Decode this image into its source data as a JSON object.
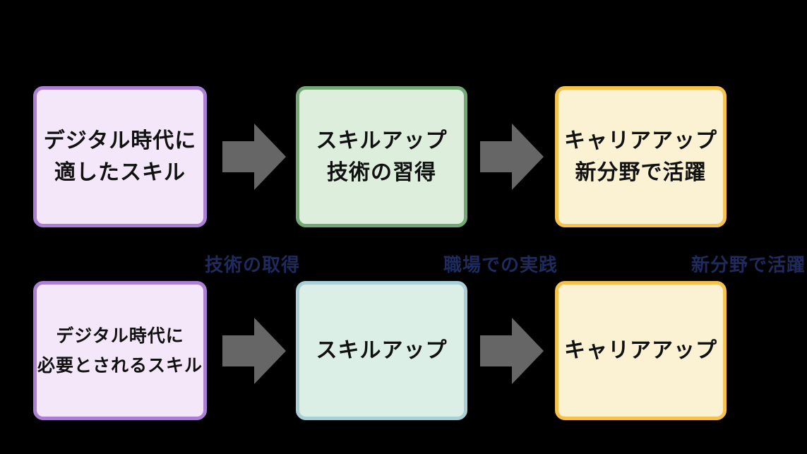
{
  "diagram": {
    "title_hint": "skill-up career flow diagram",
    "top_row": {
      "boxes": [
        {
          "lines": [
            "デジタル時代に",
            "適したスキル"
          ],
          "fill": "#f4e7fa",
          "border": "#ab7fd6"
        },
        {
          "lines": [
            "スキルアップ",
            "技術の習得"
          ],
          "fill": "#ddeedd",
          "border": "#74a874"
        },
        {
          "lines": [
            "キャリアアップ",
            "新分野で活躍"
          ],
          "fill": "#fbf1d3",
          "border": "#f5c34d"
        }
      ]
    },
    "bottom_row": {
      "labels": [
        "技術の取得",
        "職場での実践",
        "新分野で活躍"
      ],
      "boxes": [
        {
          "lines": [
            "デジタル時代に",
            "必要とされるスキル"
          ],
          "fill": "#f4e7fa",
          "border": "#ab7fd6"
        },
        {
          "lines": [
            "スキルアップ"
          ],
          "fill": "#dcefe7",
          "border": "#aacfd4"
        },
        {
          "lines": [
            "キャリアアップ"
          ],
          "fill": "#fbf1d3",
          "border": "#f5c34d"
        }
      ]
    },
    "colors": {
      "background": "#000000",
      "arrow": "#666666",
      "label_text": "#1f2b5c",
      "box_text": "#111111"
    }
  }
}
